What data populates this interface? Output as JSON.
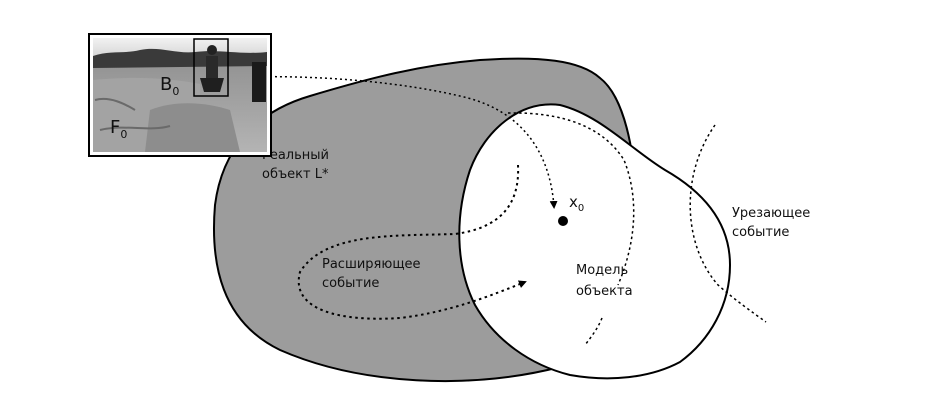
{
  "photo": {
    "frame_label": "F",
    "frame_label_sub": "0",
    "box_label": "B",
    "box_label_sub": "0"
  },
  "regions": {
    "real_object_line1": "Реальный",
    "real_object_line2": "объект L*",
    "model_line1": "Модель",
    "model_line2": "объекта",
    "expanding_line1": "Расширяющее",
    "expanding_line2": "событие",
    "trimming_line1": "Урезающее",
    "trimming_line2": "событие"
  },
  "point": {
    "label": "x",
    "label_sub": "0"
  },
  "colors": {
    "real_object_fill": "#9c9c9c",
    "model_fill": "#ffffff",
    "stroke": "#000000"
  }
}
